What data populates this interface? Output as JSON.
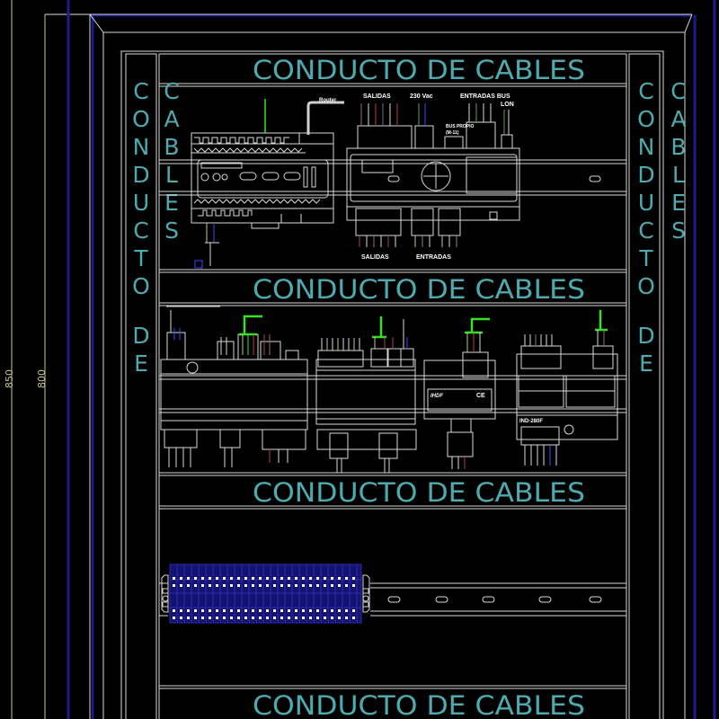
{
  "drawing": {
    "background": "#000000",
    "colors": {
      "frame_white": "#d8d8d8",
      "frame_blue": "#1c1c8c",
      "dimension_yellow": "#c8c48a",
      "duct_text_cyan": "#4faab0",
      "wire_green": "#39e02a",
      "terminal_block_blue": "#141470"
    },
    "dimensions": {
      "outer_height": "850",
      "inner_height": "800"
    },
    "ducts": {
      "horizontal_label": "CONDUCTO DE CABLES",
      "vertical_left_outer": [
        "C",
        "O",
        "N",
        "D",
        "U",
        "C",
        "T",
        "O",
        "",
        "D",
        "E"
      ],
      "vertical_left_inner": [
        "C",
        "A",
        "B",
        "L",
        "E",
        "S"
      ],
      "vertical_right_outer": [
        "C",
        "O",
        "N",
        "D",
        "U",
        "C",
        "T",
        "O",
        "",
        "D",
        "E"
      ],
      "vertical_right_inner": [
        "C",
        "A",
        "B",
        "L",
        "E",
        "S"
      ]
    },
    "row1": {
      "router_label": "Router",
      "controller_labels": {
        "salidas_top": "SALIDAS",
        "vac": "230 Vac",
        "entradas_bus": "ENTRADAS BUS",
        "lon": "LON",
        "bus_propio": "BUS PROPIO",
        "bus_code": "(M-11)",
        "salidas_bottom": "SALIDAS",
        "entradas_bottom": "ENTRADAS"
      }
    },
    "row2": {
      "module_labels": {
        "ind_module": "IND-280F",
        "brand": "IHDF",
        "ce_mark": "CE"
      }
    },
    "row3": {
      "terminal_count": 26
    }
  }
}
